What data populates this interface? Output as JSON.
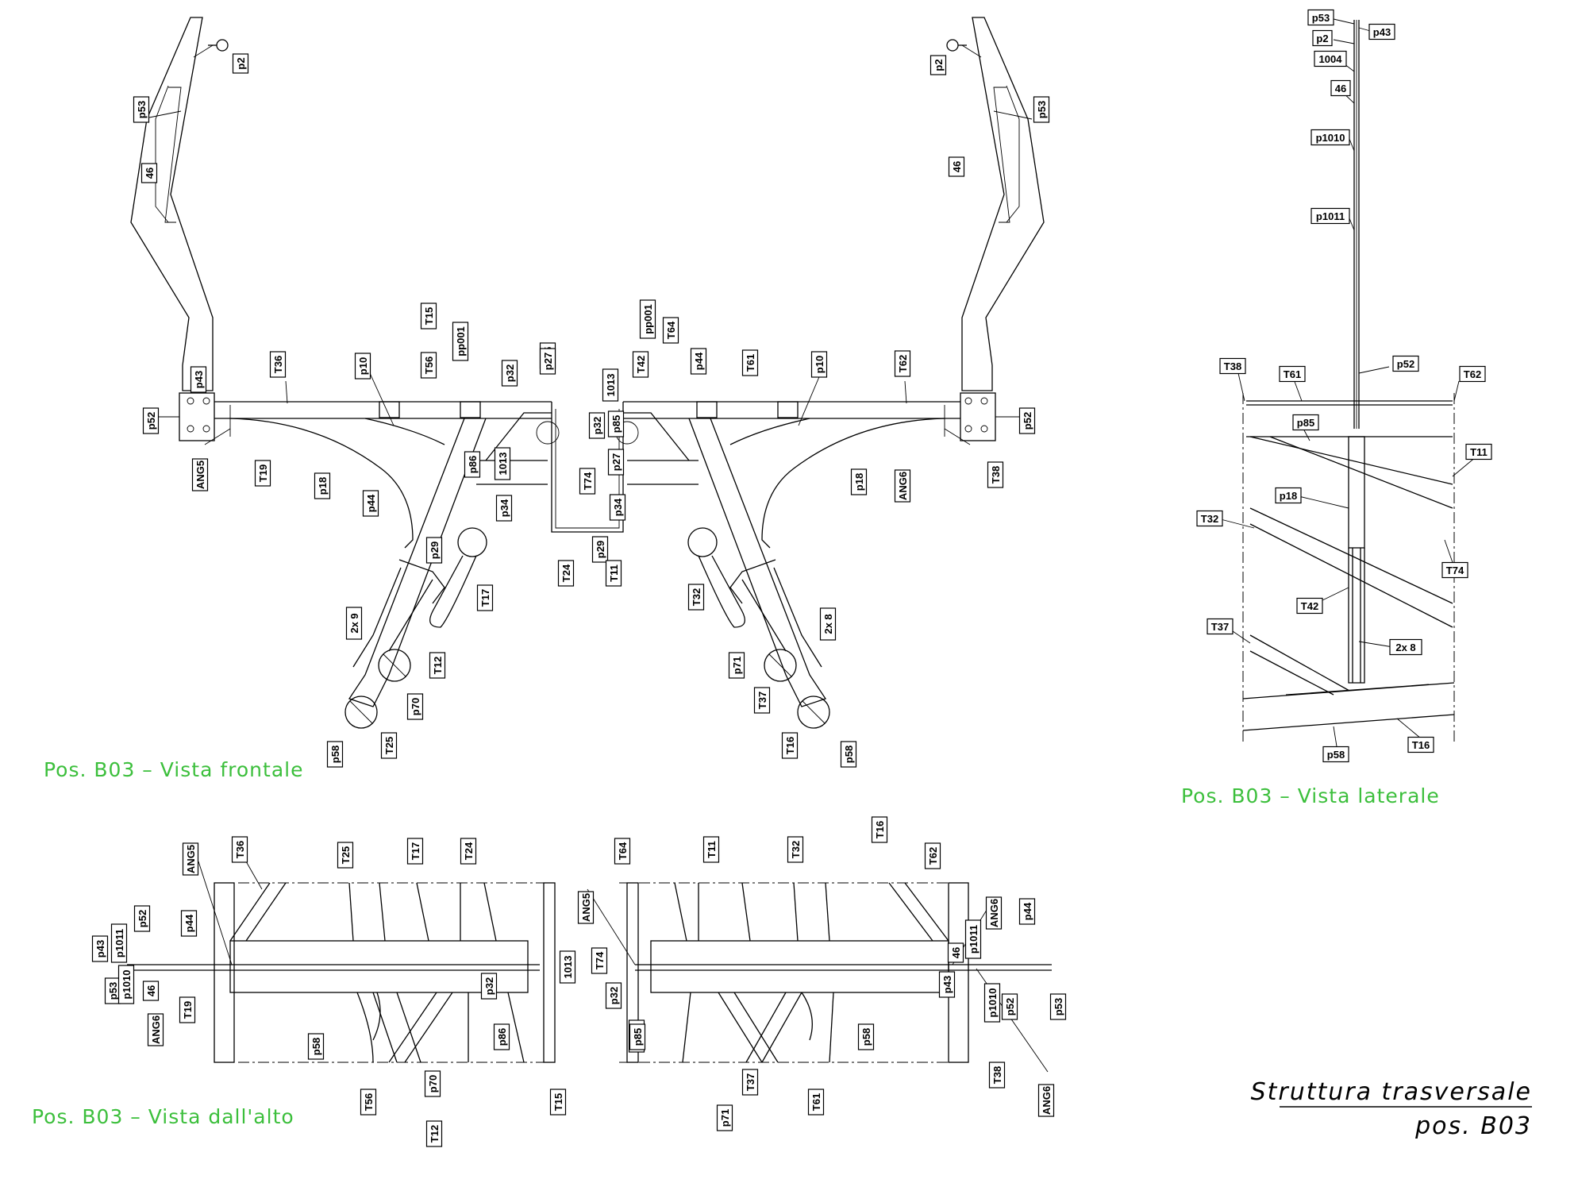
{
  "sheet_title": {
    "line1": "Struttura trasversale",
    "line2": "pos. B03"
  },
  "views": {
    "front": {
      "title": "Pos. B03 – Vista frontale",
      "labels": [
        "p2",
        "p53",
        "46",
        "p43",
        "p52",
        "T36",
        "ANG5",
        "T19",
        "p18",
        "p44",
        "p10",
        "T56",
        "T15",
        "pp001",
        "p32",
        "T45",
        "p27",
        "p86",
        "1013",
        "p34",
        "p29",
        "T17",
        "2x 9",
        "T12",
        "p70",
        "T25",
        "p58",
        "T24",
        "p32",
        "p85",
        "1013",
        "T74",
        "p27",
        "p34",
        "p29",
        "T11",
        "pp001",
        "T64",
        "T42",
        "p44",
        "T61",
        "p10",
        "T62",
        "p52",
        "T38",
        "ANG6",
        "p18",
        "T32",
        "2x 8",
        "p71",
        "T37",
        "T16",
        "p58",
        "p2",
        "46",
        "p53"
      ]
    },
    "side": {
      "title": "Pos. B03 – Vista laterale",
      "labels": [
        "p53",
        "p43",
        "p2",
        "1004",
        "46",
        "p1010",
        "p1011",
        "T38",
        "T61",
        "p52",
        "T62",
        "p85",
        "T11",
        "p18",
        "T32",
        "T74",
        "T42",
        "T37",
        "2x 8",
        "p58",
        "T16"
      ]
    },
    "top": {
      "title": "Pos. B03 – Vista dall'alto",
      "labels": [
        "ANG5",
        "T36",
        "p43",
        "p1011",
        "p52",
        "p44",
        "p53",
        "p1010",
        "46",
        "ANG6",
        "T19",
        "T25",
        "T17",
        "T24",
        "p32",
        "1013",
        "p58",
        "p86",
        "T56",
        "p70",
        "T12",
        "T15",
        "T64",
        "T11",
        "T32",
        "T16",
        "T62",
        "ANG5",
        "T74",
        "p32",
        "1013",
        "p85",
        "T37",
        "p71",
        "T61",
        "p58",
        "46",
        "p1011",
        "ANG6",
        "p44",
        "p43",
        "p1010",
        "p52",
        "p53",
        "T38",
        "ANG6"
      ]
    }
  },
  "colors": {
    "view_title": "#3cbf3c",
    "line": "#000000",
    "background": "#ffffff"
  }
}
